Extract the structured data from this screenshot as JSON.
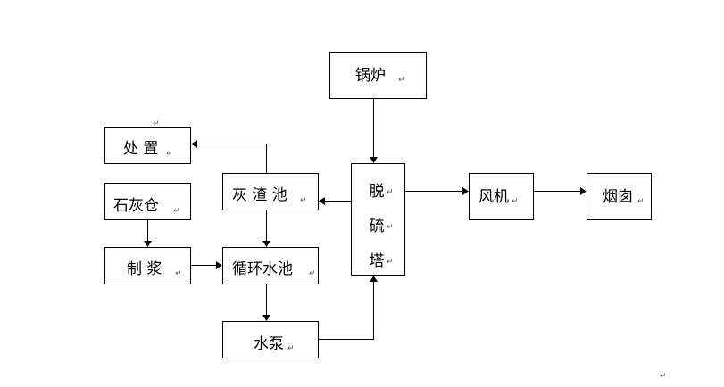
{
  "diagram": {
    "nodes": {
      "boiler": {
        "label": "锅炉"
      },
      "disposal": {
        "label": "处  置"
      },
      "lime_silo": {
        "label": "石灰仓"
      },
      "slurry": {
        "label": "制  浆"
      },
      "ash_pool": {
        "label": "灰 渣 池"
      },
      "circ_pool": {
        "label": "循环水池"
      },
      "pump": {
        "label": "水泵"
      },
      "desulf_tower": {
        "label_chars": [
          "脱",
          "硫",
          "塔"
        ]
      },
      "fan": {
        "label": "风机"
      },
      "chimney": {
        "label": "烟囱"
      }
    },
    "paragraph_mark": "↵"
  }
}
